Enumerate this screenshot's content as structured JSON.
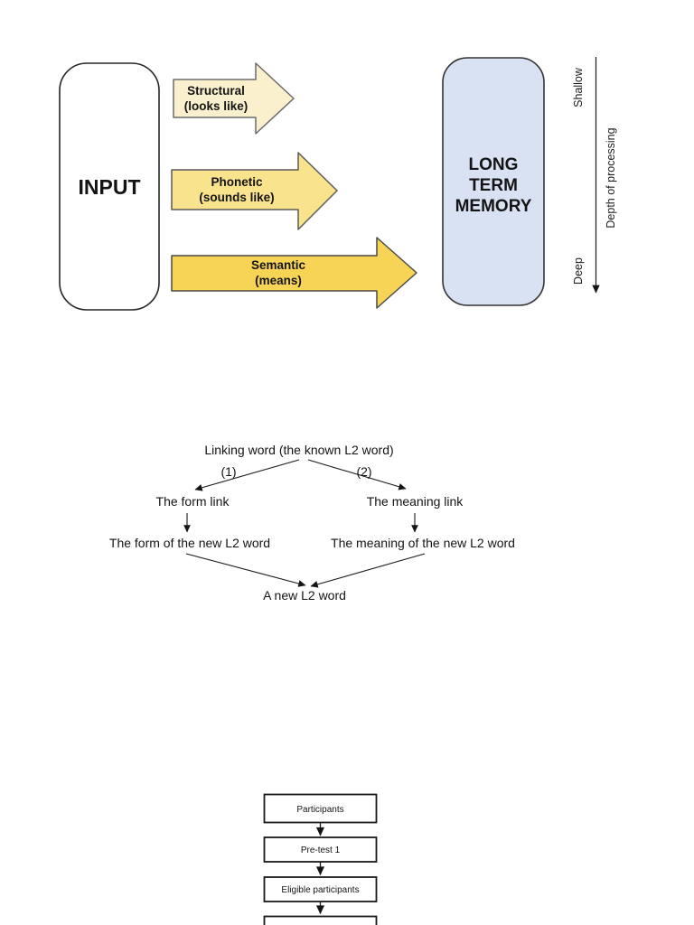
{
  "figure1": {
    "input_label": "INPUT",
    "arrows": [
      {
        "name": "structural",
        "label_line1": "Structural",
        "label_line2": "(looks like)",
        "fill": "#FBF0CE"
      },
      {
        "name": "phonetic",
        "label_line1": "Phonetic",
        "label_line2": "(sounds like)",
        "fill": "#FAE38D"
      },
      {
        "name": "semantic",
        "label_line1": "Semantic",
        "label_line2": "(means)",
        "fill": "#F8D456"
      }
    ],
    "arrow_stroke": "#5a5a5a",
    "memory_label_line1": "LONG",
    "memory_label_line2": "TERM",
    "memory_label_line3": "MEMORY",
    "memory_fill": "#D9E2F3",
    "axis": {
      "top_label": "Shallow",
      "bottom_label": "Deep",
      "axis_label": "Depth of processing"
    }
  },
  "figure2": {
    "root": "Linking word (the known L2 word)",
    "branch1_num": "(1)",
    "branch2_num": "(2)",
    "left_node": "The form link",
    "right_node": "The meaning link",
    "left_child": "The form of the new L2 word",
    "right_child": "The meaning of the new L2 word",
    "merge_node": "A new L2 word"
  },
  "figure3": {
    "steps": [
      "Participants",
      "Pre-test 1",
      "Eligible participants"
    ]
  }
}
